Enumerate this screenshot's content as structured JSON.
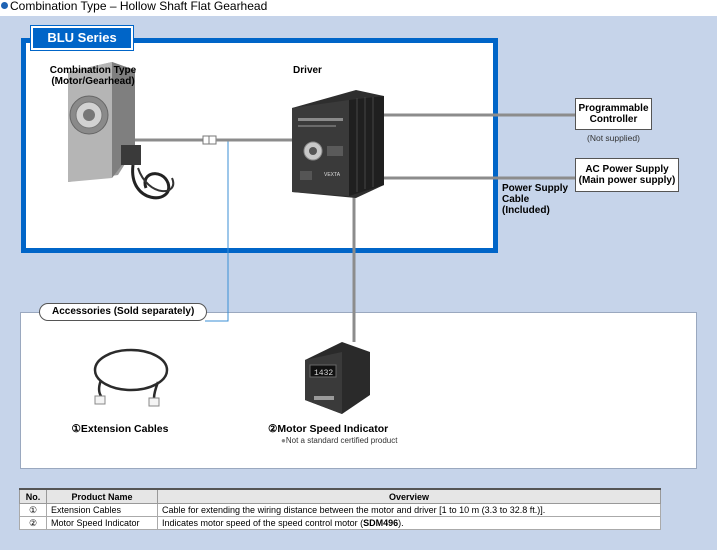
{
  "page_title": "Combination Type – Hollow Shaft Flat Gearhead",
  "series_label": "BLU Series",
  "motor": {
    "label_line1": "Combination Type",
    "label_line2": "(Motor/Gearhead)"
  },
  "driver": {
    "label": "Driver",
    "panel_brand": "VEXTA"
  },
  "programmable_controller": {
    "line1": "Programmable",
    "line2": "Controller",
    "note": "(Not supplied)"
  },
  "ac_power": {
    "line1": "AC Power Supply",
    "line2": "(Main power supply)"
  },
  "power_cable": {
    "line1": "Power Supply",
    "line2": "Cable",
    "line3": "(Included)"
  },
  "accessories": {
    "heading": "Accessories (Sold separately)",
    "extension": {
      "label": "①Extension Cables"
    },
    "indicator": {
      "label": "②Motor Speed Indicator",
      "note": "Not a standard certified product",
      "display": "1432"
    }
  },
  "table": {
    "headers": {
      "no": "No.",
      "name": "Product Name",
      "overview": "Overview"
    },
    "rows": [
      {
        "no": "①",
        "name": "Extension Cables",
        "overview": "Cable for extending the wiring distance between the motor and driver [1 to 10 m (3.3 to 32.8 ft.)]."
      },
      {
        "no": "②",
        "name": "Motor Speed Indicator",
        "overview_pre": "Indicates motor speed of the speed control motor (",
        "overview_bold": "SDM496",
        "overview_post": ")."
      }
    ]
  },
  "colors": {
    "brand_blue": "#0065c8",
    "panel_bg": "#c6d4ea",
    "cable_gray": "#8c8c8c",
    "link_blue": "#3b8fd6"
  }
}
